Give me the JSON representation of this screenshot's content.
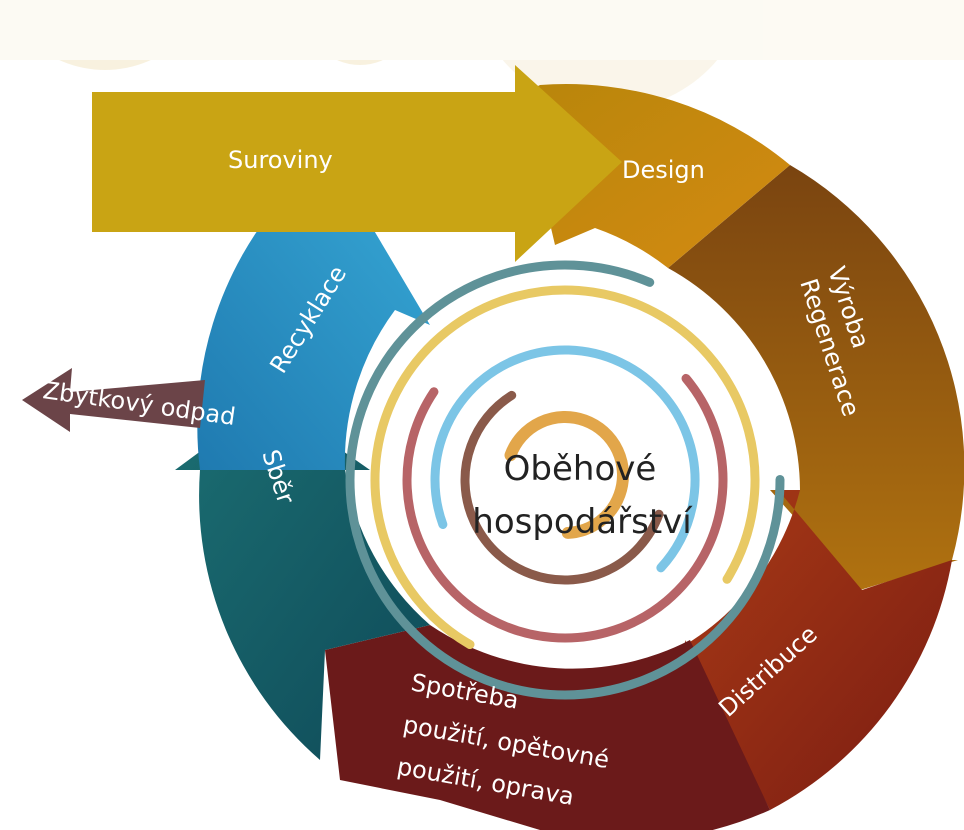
{
  "diagram": {
    "center_line1": "Oběhové",
    "center_line2": "hospodářství",
    "stages": {
      "suroviny": "Suroviny",
      "design": "Design",
      "vyroba": "Výroba",
      "regenerace": "Regenerace",
      "distribuce": "Distribuce",
      "spotreba": "Spotřeba",
      "pouziti1": "použití, opětovné",
      "pouziti2": "použití, oprava",
      "sber": "Sběr",
      "recyklace": "Recyklace",
      "odpad": "Zbytkový odpad"
    }
  },
  "colors": {
    "suroviny": "#c9a414",
    "design": "#c8860e",
    "vyroba": "#8a4e0c",
    "distribuce": "#8e2416",
    "spotreba": "#6b1a1a",
    "sber": "#17606a",
    "recyklace": "#2a8ec0",
    "odpad": "#6b4448",
    "ring_teal": "#5f9298",
    "ring_yellow": "#e8c964",
    "ring_rose": "#b76467",
    "ring_blue": "#7cc5e6",
    "ring_orange": "#e2a64a",
    "ring_brown": "#8a5a4a",
    "background_deco": "#f5ecd6"
  }
}
